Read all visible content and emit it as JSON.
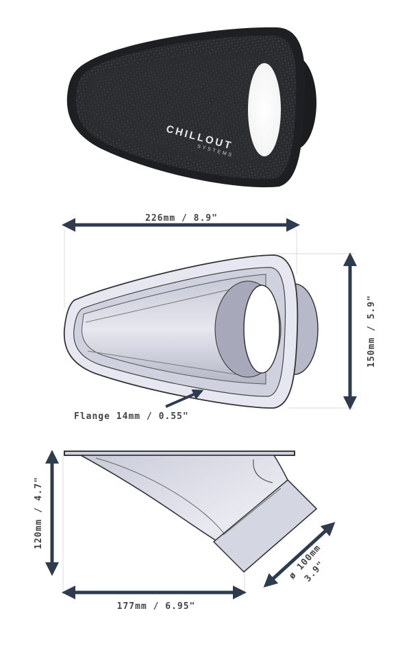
{
  "brand": {
    "logo_text": "CHILLOUT",
    "logo_sub": "SYSTEMS"
  },
  "top_view": {
    "width_label": "226mm / 8.9\"",
    "height_label": "150mm / 5.9\"",
    "flange_label": "Flange 14mm / 0.55\""
  },
  "side_view": {
    "height_label": "120mm / 4.7\"",
    "length_label": "177mm / 6.95\"",
    "diameter_mm_label": "ø 100mm",
    "diameter_in_label": "3.9\""
  },
  "colors": {
    "carbon_dark": "#1e1f22",
    "carbon_mid": "#34363a",
    "arrow": "#2e3c4e",
    "cad_fill": "#d9dbe6",
    "cad_shade": "#a6a8b8",
    "outline": "#333333"
  }
}
